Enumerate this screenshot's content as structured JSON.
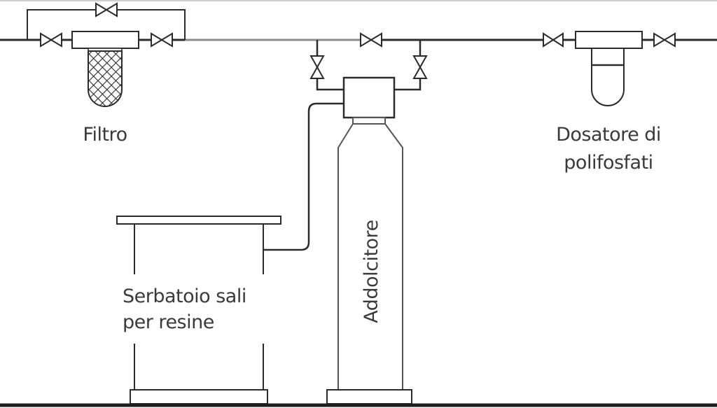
{
  "diagram": {
    "title": "Schema impianto di trattamento acqua",
    "colors": {
      "line": "#2b2b2b",
      "pipe_light": "#8c8c8c",
      "text": "#3a3a3a",
      "background": "#ffffff"
    },
    "components": {
      "filter": {
        "label": "Filtro"
      },
      "softener": {
        "label": "Addolcitore"
      },
      "brine_tank": {
        "label_line1": "Serbatoio sali",
        "label_line2": "per resine"
      },
      "dosing_unit": {
        "label_line1": "Dosatore di",
        "label_line2": "polifosfati"
      }
    },
    "valves": [
      {
        "id": "filter-bypass-valve"
      },
      {
        "id": "filter-inlet-valve"
      },
      {
        "id": "filter-outlet-valve"
      },
      {
        "id": "softener-bypass-valve"
      },
      {
        "id": "softener-inlet-valve"
      },
      {
        "id": "softener-outlet-valve"
      },
      {
        "id": "dosing-inlet-valve"
      },
      {
        "id": "dosing-outlet-valve"
      }
    ]
  }
}
